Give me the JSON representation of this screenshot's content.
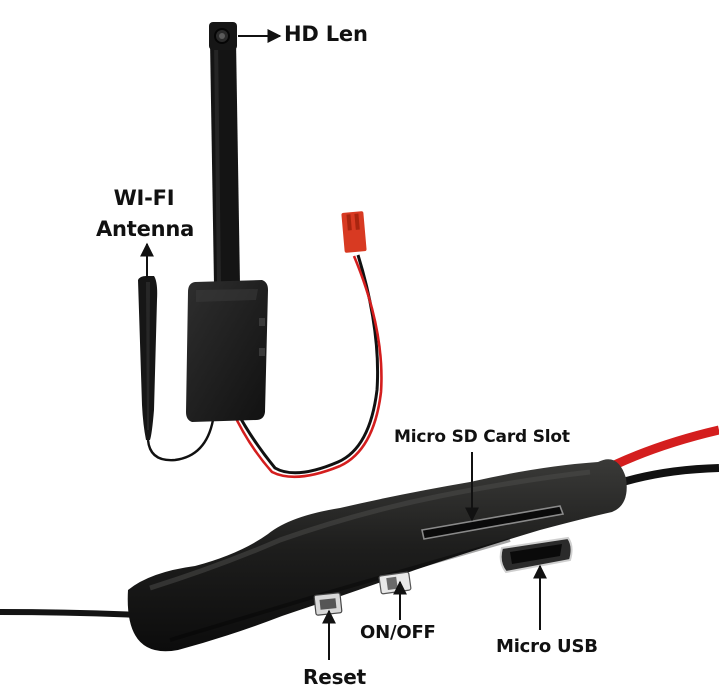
{
  "labels": {
    "hd_lens": "HD Len",
    "wifi_line1": "WI-FI",
    "wifi_line2": "Antenna",
    "sd_slot": "Micro SD Card Slot",
    "on_off": "ON/OFF",
    "micro_usb": "Micro USB",
    "reset": "Reset"
  },
  "colors": {
    "module_body": "#1c1c1c",
    "cable_red": "#d41e1e",
    "cable_black": "#111111",
    "connector": "#d83a22",
    "arrow": "#111111"
  },
  "icons": {
    "lens": "camera-lens-icon",
    "antenna": "antenna-icon"
  }
}
